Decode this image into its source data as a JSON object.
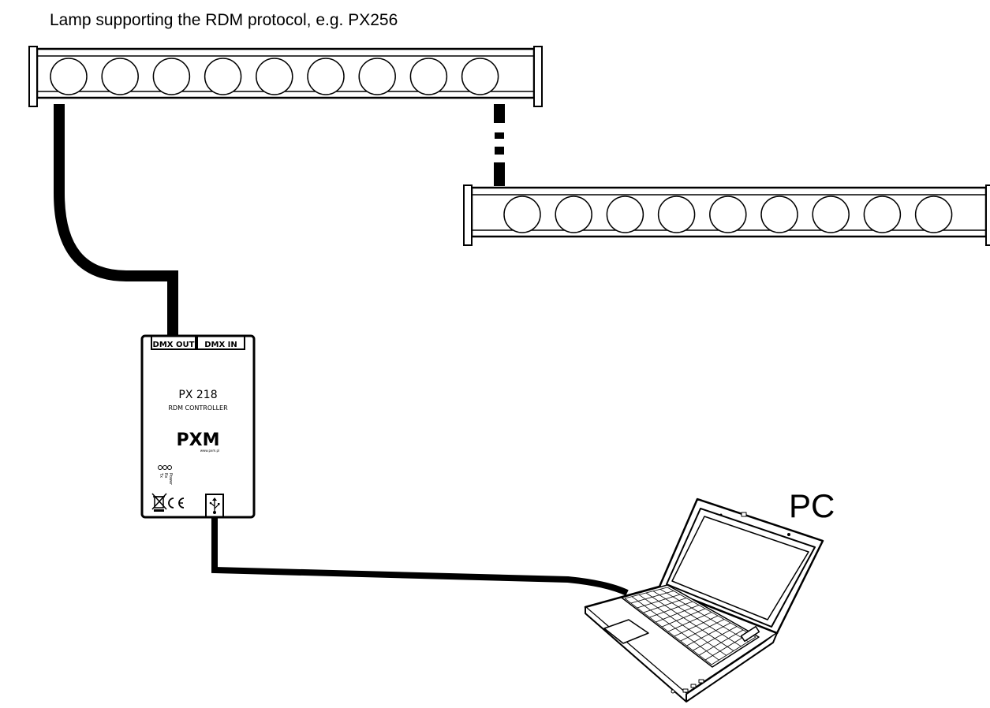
{
  "caption": "Lamp supporting the RDM protocol, e.g. PX256",
  "pc_label": "PC",
  "controller": {
    "port_out": "DMX OUT",
    "port_in": "DMX IN",
    "model": "PX 218",
    "subtitle": "RDM CONTROLLER",
    "brand": "PXM",
    "website": "www.pxm.pl",
    "led_labels": [
      "Tx",
      "Rx",
      "Power"
    ]
  },
  "lamps": [
    {
      "leds": 9
    },
    {
      "leds": 9
    }
  ],
  "colors": {
    "stroke": "#000000",
    "background": "#ffffff"
  }
}
